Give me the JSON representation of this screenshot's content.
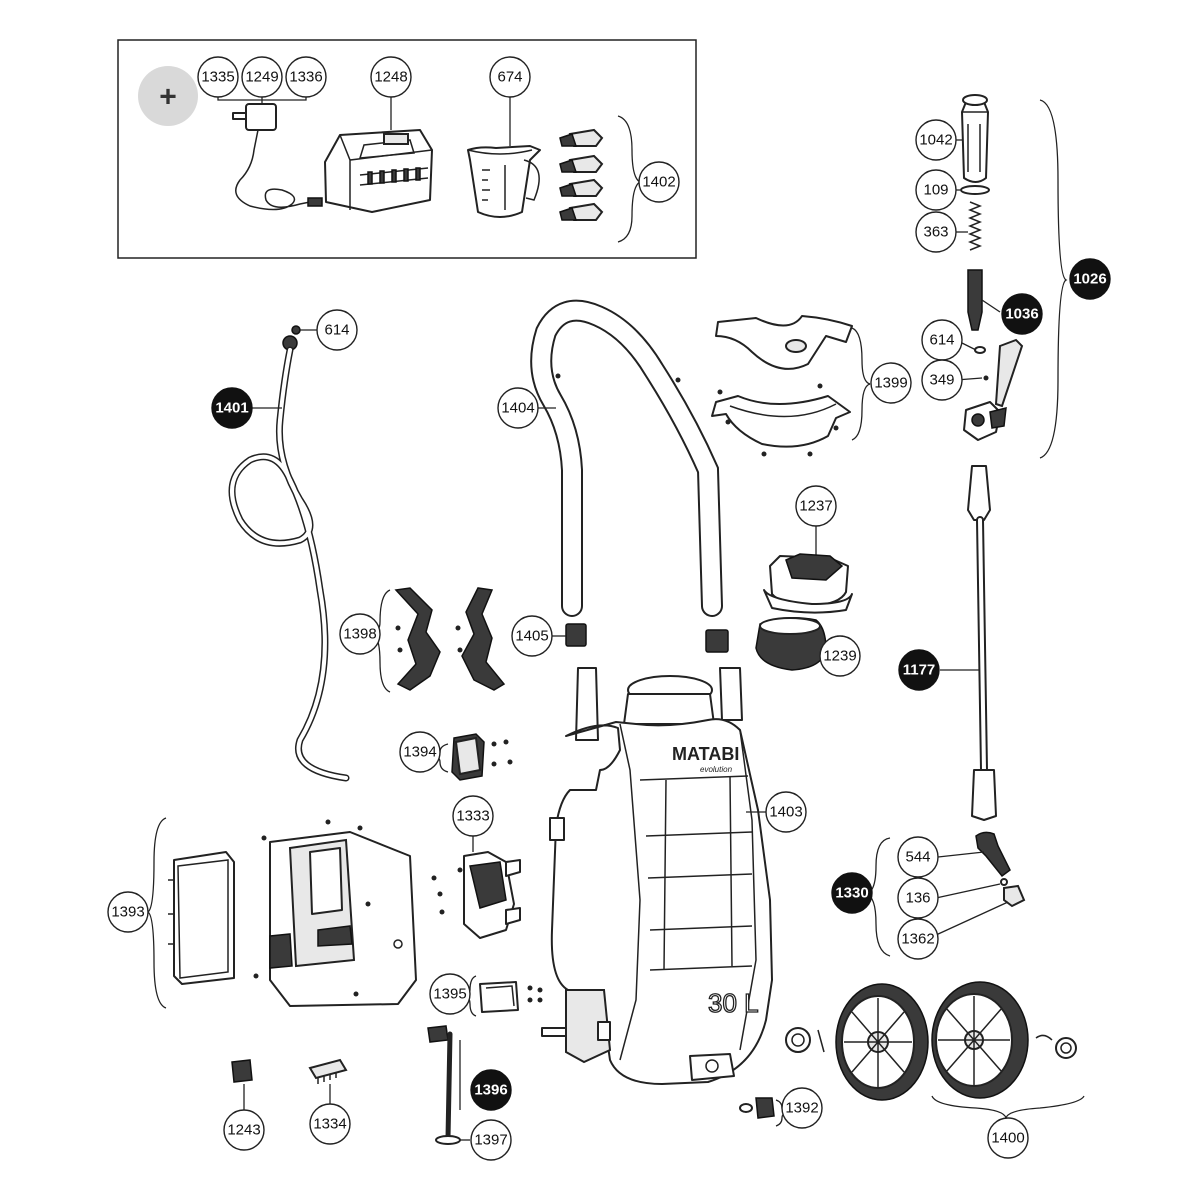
{
  "accessory_box": {
    "plus_symbol": "+"
  },
  "tank_branding": {
    "brand": "MATABI",
    "model": "evolution",
    "capacity": "30 L"
  },
  "callouts": [
    {
      "id": "c1335",
      "label": "1335",
      "style": "outline"
    },
    {
      "id": "c1249",
      "label": "1249",
      "style": "outline"
    },
    {
      "id": "c1336",
      "label": "1336",
      "style": "outline"
    },
    {
      "id": "c1248",
      "label": "1248",
      "style": "outline"
    },
    {
      "id": "c674",
      "label": "674",
      "style": "outline"
    },
    {
      "id": "c1402",
      "label": "1402",
      "style": "outline"
    },
    {
      "id": "c1042",
      "label": "1042",
      "style": "outline"
    },
    {
      "id": "c109",
      "label": "109",
      "style": "outline"
    },
    {
      "id": "c363",
      "label": "363",
      "style": "outline"
    },
    {
      "id": "c1026",
      "label": "1026",
      "style": "filled"
    },
    {
      "id": "c1036",
      "label": "1036",
      "style": "filled"
    },
    {
      "id": "c614a",
      "label": "614",
      "style": "outline"
    },
    {
      "id": "c349",
      "label": "349",
      "style": "outline"
    },
    {
      "id": "c614b",
      "label": "614",
      "style": "outline"
    },
    {
      "id": "c1401",
      "label": "1401",
      "style": "filled"
    },
    {
      "id": "c1404",
      "label": "1404",
      "style": "outline"
    },
    {
      "id": "c1399",
      "label": "1399",
      "style": "outline"
    },
    {
      "id": "c1237",
      "label": "1237",
      "style": "outline"
    },
    {
      "id": "c1398",
      "label": "1398",
      "style": "outline"
    },
    {
      "id": "c1405",
      "label": "1405",
      "style": "outline"
    },
    {
      "id": "c1239",
      "label": "1239",
      "style": "outline"
    },
    {
      "id": "c1177",
      "label": "1177",
      "style": "filled"
    },
    {
      "id": "c1394",
      "label": "1394",
      "style": "outline"
    },
    {
      "id": "c1403",
      "label": "1403",
      "style": "outline"
    },
    {
      "id": "c1333",
      "label": "1333",
      "style": "outline"
    },
    {
      "id": "c544",
      "label": "544",
      "style": "outline"
    },
    {
      "id": "c1330",
      "label": "1330",
      "style": "filled"
    },
    {
      "id": "c136",
      "label": "136",
      "style": "outline"
    },
    {
      "id": "c1393",
      "label": "1393",
      "style": "outline"
    },
    {
      "id": "c1362",
      "label": "1362",
      "style": "outline"
    },
    {
      "id": "c1395",
      "label": "1395",
      "style": "outline"
    },
    {
      "id": "c1396",
      "label": "1396",
      "style": "filled"
    },
    {
      "id": "c1243",
      "label": "1243",
      "style": "outline"
    },
    {
      "id": "c1334",
      "label": "1334",
      "style": "outline"
    },
    {
      "id": "c1397",
      "label": "1397",
      "style": "outline"
    },
    {
      "id": "c1392",
      "label": "1392",
      "style": "outline"
    },
    {
      "id": "c1400",
      "label": "1400",
      "style": "outline"
    }
  ]
}
